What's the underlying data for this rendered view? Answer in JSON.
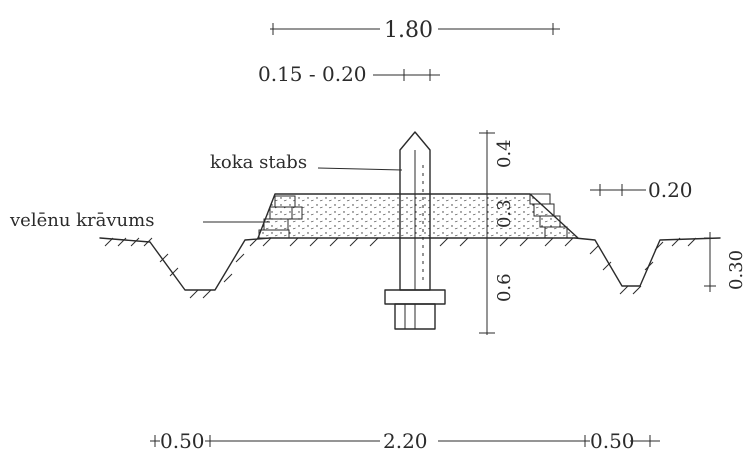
{
  "diagram": {
    "labels": {
      "top_width": "1.80",
      "post_diameter": "0.15 - 0.20",
      "post_label": "koka stabs",
      "sod_label": "velēnu krāvums",
      "berm_step": "0.20",
      "height_top": "0.4",
      "height_mid": "0.3",
      "height_bottom": "0.6",
      "ditch_depth": "0.30",
      "base_left": "0.50",
      "base_center": "2.20",
      "base_right": "0.50"
    },
    "colors": {
      "ink": "#2b2b2b",
      "paper": "#ffffff"
    }
  }
}
